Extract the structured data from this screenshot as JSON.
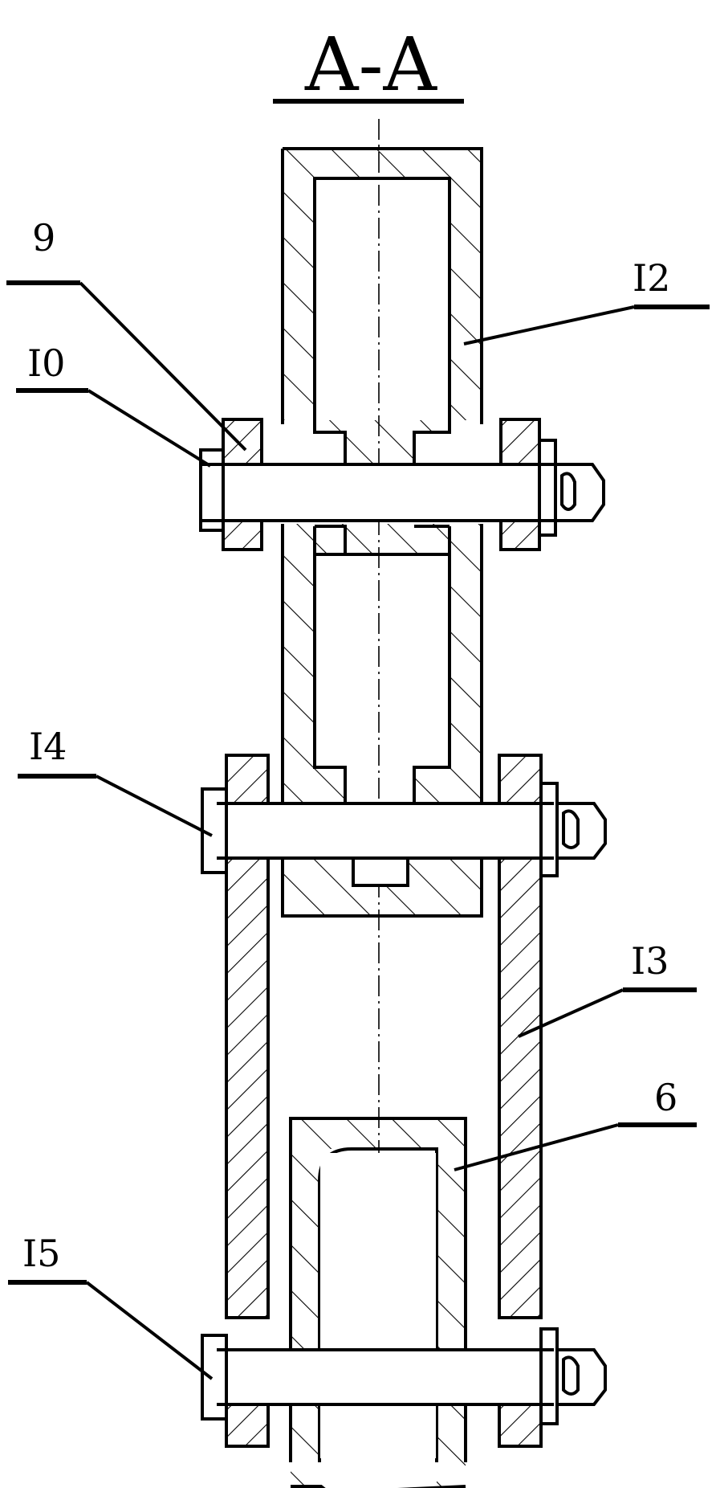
{
  "title": "A-A",
  "labels": {
    "l9": "9",
    "l10": "I0",
    "l12": "I2",
    "l14": "I4",
    "l13": "I3",
    "l6": "6",
    "l15": "I5"
  }
}
